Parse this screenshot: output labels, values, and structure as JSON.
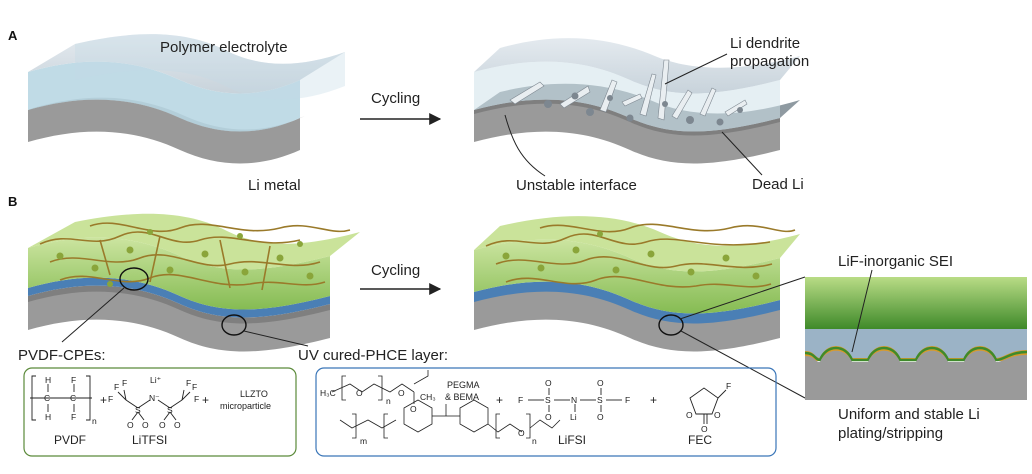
{
  "panels": {
    "a": "A",
    "b": "B"
  },
  "panel_a": {
    "polymer_electrolyte": "Polymer electrolyte",
    "li_metal": "Li metal",
    "cycling": "Cycling",
    "dendrite_line1": "Li dendrite",
    "dendrite_line2": "propagation",
    "unstable_interface": "Unstable interface",
    "dead_li": "Dead Li"
  },
  "panel_b": {
    "cycling": "Cycling",
    "pvdf_cpes": "PVDF-CPEs:",
    "uv_layer": "UV cured-PHCE layer:",
    "sei": "LiF-inorganic SEI",
    "uniform_line1": "Uniform and stable Li",
    "uniform_line2": "plating/stripping"
  },
  "box_left": {
    "pvdf": "PVDF",
    "litfsi": "LiTFSI",
    "llzto_line1": "LLZTO",
    "llzto_line2": "microparticle",
    "plus": "+",
    "atom_h": "H",
    "atom_f": "F",
    "atom_c": "C",
    "atom_s": "S",
    "atom_o": "O",
    "atom_n": "N",
    "n_minus": "N⁻",
    "li_plus": "Li⁺",
    "sub_n": "n"
  },
  "box_right": {
    "pegma_line1": "PEGMA",
    "pegma_line2": "& BEMA",
    "lifsi": "LiFSI",
    "fec": "FEC",
    "plus": "+",
    "h3c": "H₃C",
    "ch3": "CH₃",
    "atom_o": "O",
    "atom_f": "F",
    "atom_s": "S",
    "atom_n": "N",
    "atom_li": "Li",
    "sub_n": "n",
    "sub_m": "m"
  },
  "colors": {
    "electrolyte_top": "#dfe6ec",
    "electrolyte_front": "#bcd9e4",
    "li_metal": "#9a9a9a",
    "li_metal_top": "#a9b2b8",
    "green_layer": "#a8cf6a",
    "green_dark": "#3f8a2a",
    "fiber": "#9a7a2a",
    "blue_layer": "#4a7fb5",
    "box_left_border": "#5b8a3a",
    "box_right_border": "#3a76b8"
  }
}
